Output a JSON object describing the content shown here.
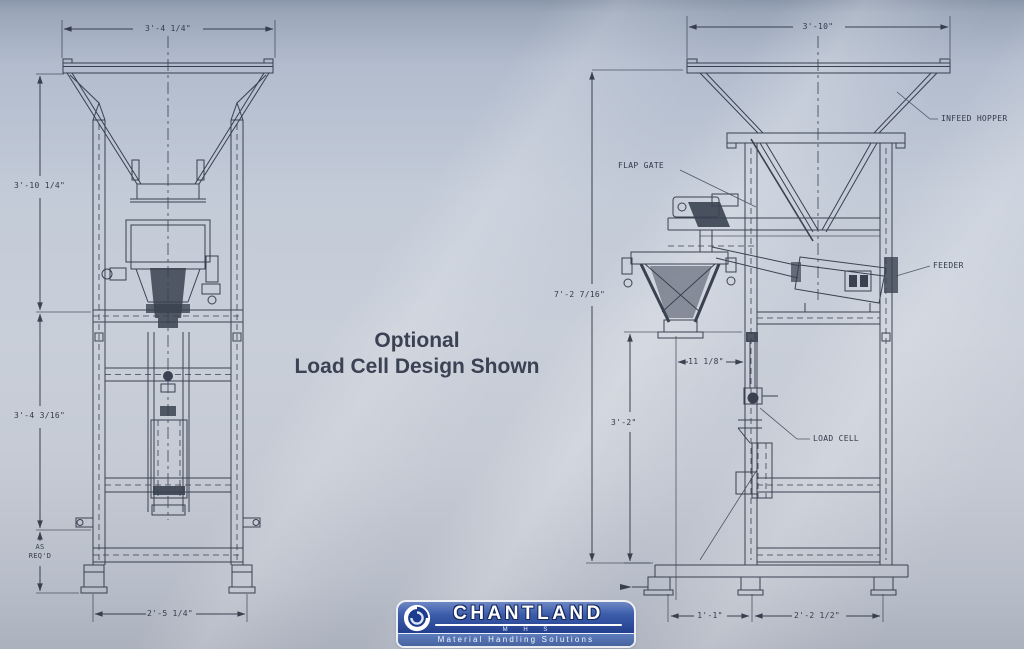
{
  "colors": {
    "line": "#2e3645",
    "text": "#333b4b",
    "caption": "#3a4253",
    "brand": "#24418e",
    "brandLight": "#5e7cbc"
  },
  "caption": {
    "line1": "Optional",
    "line2": "Load Cell Design Shown"
  },
  "front_view": {
    "dim_top_width": "3'-4 1/4\"",
    "dim_upper_height": "3'-10 1/4\"",
    "dim_lower_height": "3'-4 3/16\"",
    "dim_foot_line1": "AS",
    "dim_foot_line2": "REQ'D",
    "dim_base_width": "2'-5 1/4\""
  },
  "side_view": {
    "dim_top_width": "3'-10\"",
    "dim_overall_height": "7'-2 7/16\"",
    "dim_feeder_offset": "11 1/8\"",
    "dim_lower_height": "3'-2\"",
    "dim_base_front": "1'-1\"",
    "dim_base_rear": "2'-2 1/2\"",
    "label_infeed_hopper": "INFEED HOPPER",
    "label_flap_gate": "FLAP GATE",
    "label_feeder": "FEEDER",
    "label_load_cell": "LOAD CELL"
  },
  "logo": {
    "brand": "CHANTLAND",
    "initials": "M H S",
    "tagline": "Material Handling Solutions"
  }
}
